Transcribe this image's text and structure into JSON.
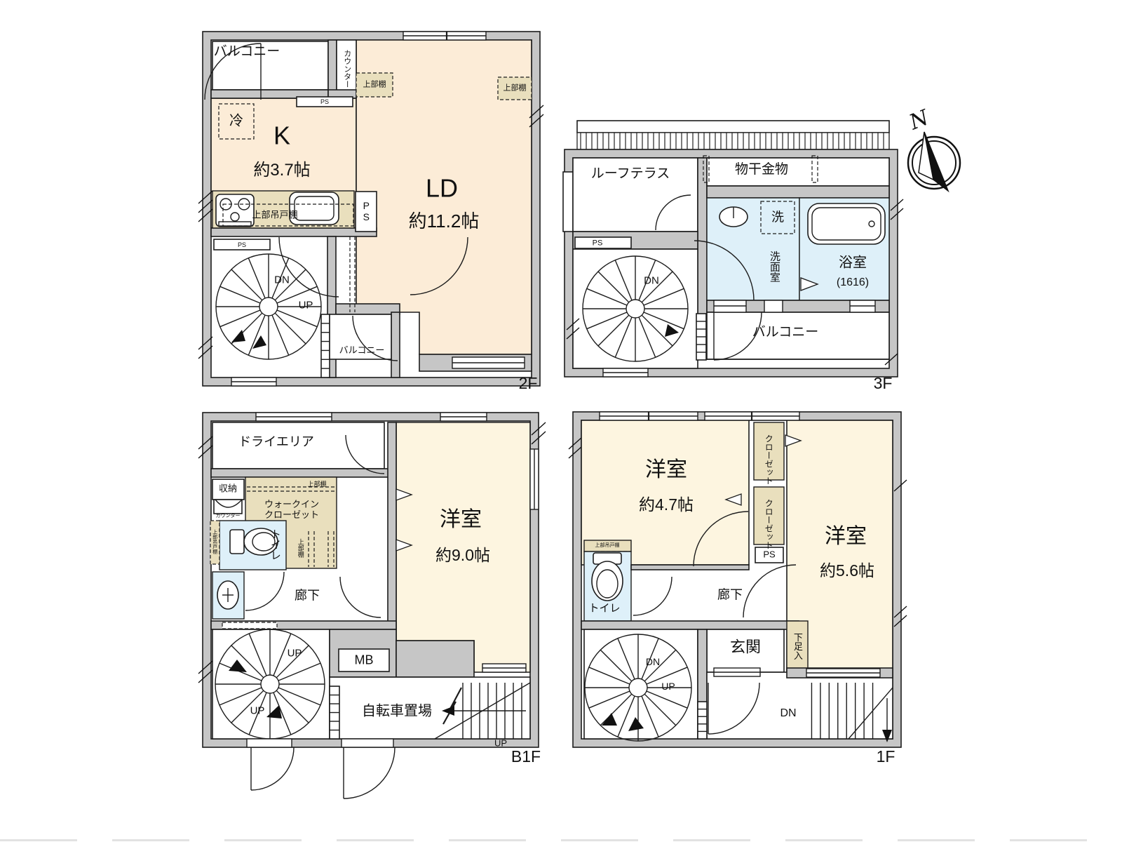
{
  "compass": {
    "north": "N"
  },
  "floors": {
    "f2": {
      "name": "2F",
      "labels": {
        "balcony": "バルコニー",
        "counter": "カウンター",
        "shelf_left": "上部棚",
        "shelf_right": "上部棚",
        "fridge": "冷",
        "kitchen": "K",
        "kitchen_size": "約3.7帖",
        "hanging_cabinet": "上部吊戸棚",
        "ps_top": "PS",
        "ps_shaft": "PS",
        "ps_stair": "PS",
        "ld": "LD",
        "ld_size": "約11.2帖",
        "dn": "DN",
        "up": "UP",
        "balcony_small": "バルコニー"
      }
    },
    "f3": {
      "name": "3F",
      "labels": {
        "roof_terrace": "ルーフテラス",
        "laundry_hardware": "物干金物",
        "washer": "洗",
        "washroom": "洗面室",
        "bathroom": "浴室",
        "bathroom_size": "(1616)",
        "ps": "PS",
        "dn": "DN",
        "balcony": "バルコニー"
      }
    },
    "b1": {
      "name": "B1F",
      "labels": {
        "dry_area": "ドライエリア",
        "storage": "収納",
        "counter": "カウンター",
        "shelf_top": "上部棚",
        "wic": "ウォークイン\nクローゼット",
        "shelf_side": "上部棚",
        "hanging_cabinet": "上部吊戸棚",
        "toilet": "トイレ",
        "corridor": "廊下",
        "room": "洋室",
        "room_size": "約9.0帖",
        "up1": "UP",
        "up2": "UP",
        "mb": "MB",
        "bicycle": "自転車置場",
        "up3": "UP"
      }
    },
    "f1": {
      "name": "1F",
      "labels": {
        "room_a": "洋室",
        "room_a_size": "約4.7帖",
        "closet1": "クローゼット",
        "closet2": "クローゼット",
        "ps": "PS",
        "room_b": "洋室",
        "room_b_size": "約5.6帖",
        "hanging_cabinet": "上部吊戸棚",
        "toilet": "トイレ",
        "corridor": "廊下",
        "entrance": "玄関",
        "shoe_box": "下足入",
        "dn": "DN",
        "up": "UP",
        "dn2": "DN"
      }
    }
  }
}
